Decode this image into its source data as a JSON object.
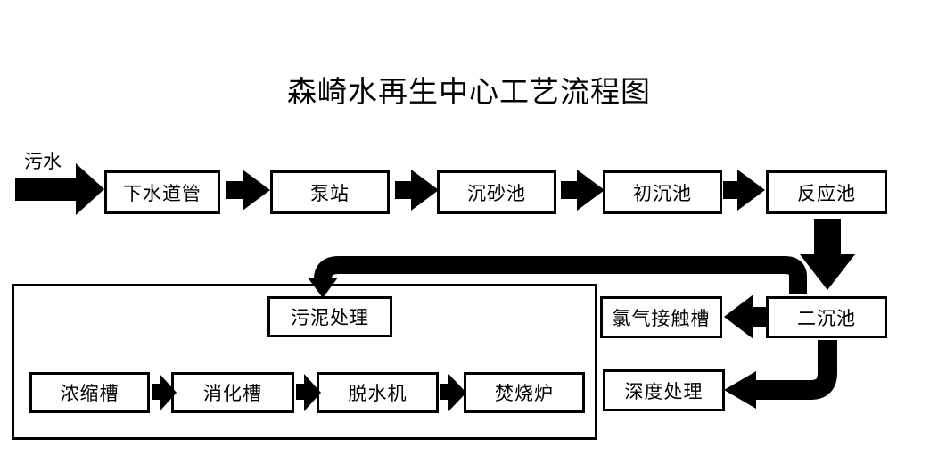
{
  "title": "森崎水再生中心工艺流程图",
  "inlet": {
    "label": "污水"
  },
  "main_line": {
    "nodes": [
      {
        "id": "sewer",
        "label": "下水道管"
      },
      {
        "id": "pump-station",
        "label": "泵站"
      },
      {
        "id": "grit-chamber",
        "label": "沉砂池"
      },
      {
        "id": "primary-sedimentation",
        "label": "初沉池"
      },
      {
        "id": "reaction-tank",
        "label": "反应池"
      }
    ]
  },
  "secondary_line": {
    "nodes": [
      {
        "id": "secondary-sedimentation",
        "label": "二沉池"
      },
      {
        "id": "chlorine-contact-tank",
        "label": "氯气接触槽"
      },
      {
        "id": "advanced-treatment",
        "label": "深度处理"
      }
    ]
  },
  "sludge_group": {
    "title": "污泥处理",
    "nodes": [
      {
        "id": "thickening-tank",
        "label": "浓缩槽"
      },
      {
        "id": "digestion-tank",
        "label": "消化槽"
      },
      {
        "id": "dewatering-machine",
        "label": "脱水机"
      },
      {
        "id": "incinerator",
        "label": "焚烧炉"
      }
    ]
  },
  "colors": {
    "stroke": "#000000",
    "fill": "#ffffff",
    "text": "#000000"
  }
}
